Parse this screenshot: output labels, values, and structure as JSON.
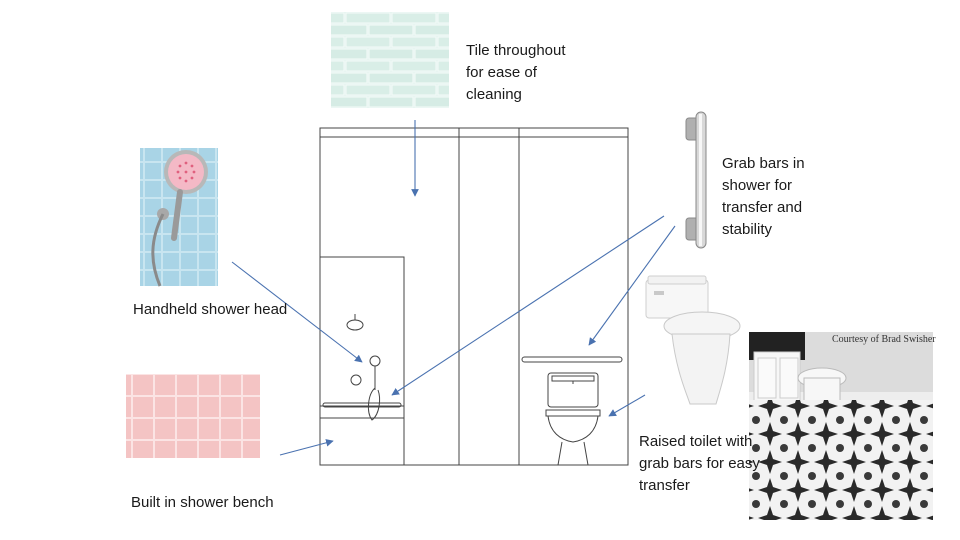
{
  "labels": {
    "tile": [
      "Tile throughout",
      "for ease of",
      "cleaning"
    ],
    "grab_bars": [
      "Grab bars in",
      "shower for",
      "transfer and",
      "stability"
    ],
    "shower_head": "Handheld shower head",
    "toilet": [
      "Raised toilet with",
      "grab bars for easy",
      "transfer"
    ],
    "bench": "Built in shower bench",
    "photo_credit": "Courtesy of Brad Swisher"
  },
  "icons": {
    "tile_sample": "subway-tile-swatch",
    "shower_photo": "handheld-shower-head-photo",
    "grab_bar": "grab-bar-photo",
    "toilet": "raised-toilet-photo",
    "bench_tile": "pink-tile-swatch",
    "bathroom": "finished-bathroom-photo"
  },
  "colors": {
    "arrow": "#4a72b0",
    "line": "#444444",
    "tile_green": "#dcefe8",
    "shower_blue": "#a6d3e6",
    "pink_tile": "#f5c8c8"
  }
}
